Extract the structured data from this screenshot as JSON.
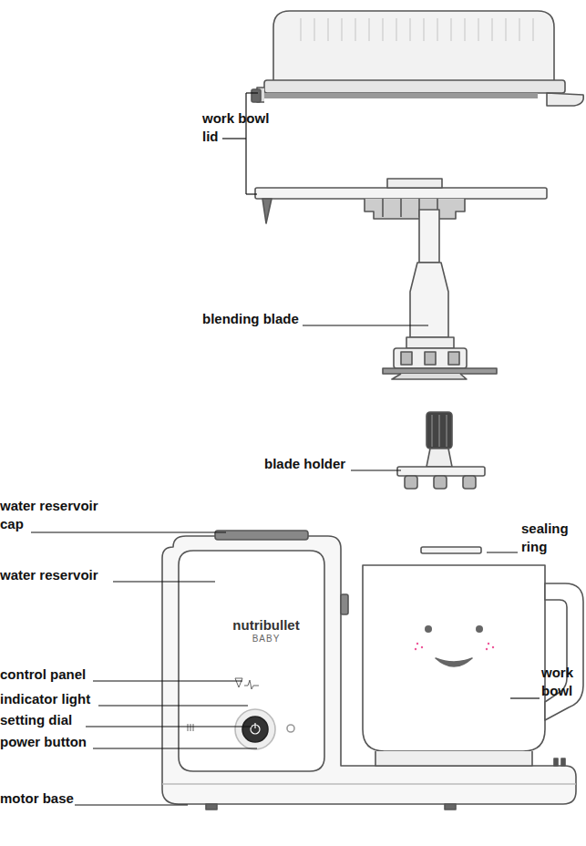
{
  "diagram": {
    "labels": [
      "work bowl lid",
      "blending blade",
      "blade holder",
      "water reservoir cap",
      "sealing ring",
      "water reservoir",
      "nutribullet",
      "BABY",
      "control panel",
      "indicator light",
      "setting dial",
      "power button",
      "work bowl",
      "motor base"
    ]
  }
}
